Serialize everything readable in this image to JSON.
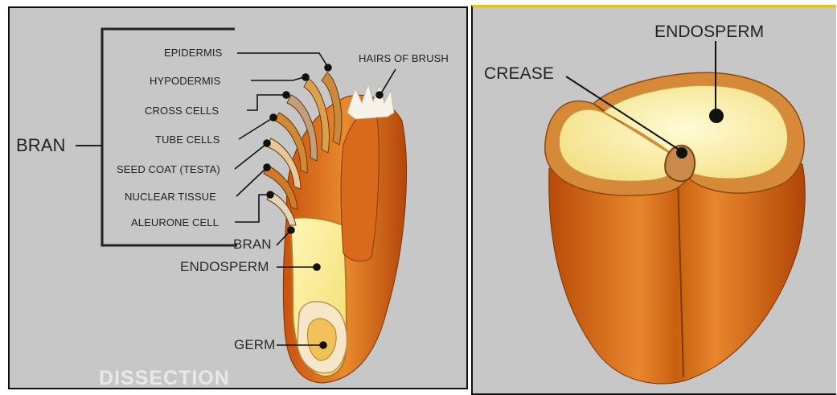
{
  "left": {
    "title": "DISSECTION",
    "bran_group_label": "BRAN",
    "labels": {
      "epidermis": "EPIDERMIS",
      "hypodermis": "HYPODERMIS",
      "cross_cells": "CROSS CELLS",
      "tube_cells": "TUBE CELLS",
      "seed_coat": "SEED COAT (TESTA)",
      "nuclear_tissue": "NUCLEAR TISSUE",
      "aleurone_cell": "ALEURONE CELL",
      "hairs_of_brush": "HAIRS OF BRUSH",
      "bran": "BRAN",
      "endosperm": "ENDOSPERM",
      "germ": "GERM"
    }
  },
  "right": {
    "endosperm": "ENDOSPERM",
    "crease": "CREASE"
  },
  "colors": {
    "background": "#c7c7c7",
    "bran_orange": "#d9661a",
    "endosperm_yellow": "#fbf2b0",
    "accent_border": "#e6c21c"
  }
}
